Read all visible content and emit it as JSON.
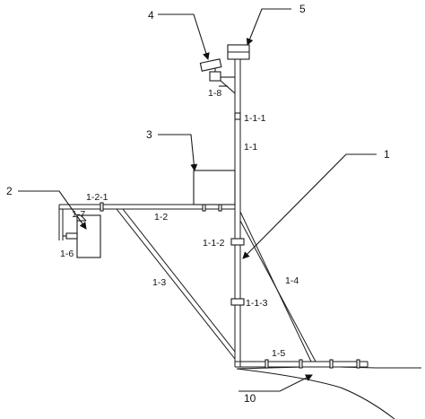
{
  "labels": {
    "l1": "1",
    "l2": "2",
    "l3": "3",
    "l4": "4",
    "l5": "5",
    "l10": "10",
    "l1_1": "1-1",
    "l1_1_1": "1-1-1",
    "l1_1_2": "1-1-2",
    "l1_1_3": "1-1-3",
    "l1_2": "1-2",
    "l1_2_1": "1-2-1",
    "l1_3": "1-3",
    "l1_4": "1-4",
    "l1_5": "1-5",
    "l1_6": "1-6",
    "l1_7": "1-7",
    "l1_8": "1-8"
  }
}
